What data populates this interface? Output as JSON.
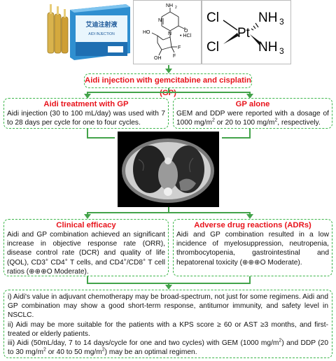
{
  "structures": {
    "cisplatin_cl1": "Cl",
    "cisplatin_cl2": "Cl",
    "cisplatin_pt": "Pt",
    "cisplatin_nh3_1": "NH",
    "cisplatin_nh3_2": "NH",
    "subscript_3": "3",
    "gem_nh2": "NH",
    "gem_sub2": "2",
    "gem_hcl": "• HCl",
    "gem_ho": "HO",
    "gem_oh": "OH",
    "gem_f1": "F",
    "gem_f2": "F",
    "gem_o": "O",
    "gem_n1": "N",
    "gem_n2": "N",
    "package_label": "艾迪注射液",
    "package_sub": "AIDI INJECTION"
  },
  "main_title": "Aidi injection with gemcitabine and cisplatin (GP)",
  "left_box": {
    "title": "Aidi treatment with GP",
    "text": "Aidi injection (30 to 100 mL/day) was used with 7 to 28 days per cycle for one to four cycles."
  },
  "right_box": {
    "title": "GP alone",
    "text_a": "GEM and DDP were reported with a dosage of 1000 mg/m",
    "text_b": " or 20 to 100 mg/m",
    "text_c": ", respectively."
  },
  "sup2": "2",
  "efficacy": {
    "title": "Clinical efficacy",
    "text_a": "Aidi and GP combination achieved an significant increase in objective response rate (ORR), disease control rate (DCR) and quality of life (QOL), CD3",
    "text_b": " CD4",
    "text_c": " T cells, and CD4",
    "text_d": "/CD8",
    "text_e": " T cell ratios (⊕⊕⊕O Moderate).",
    "plus": "+"
  },
  "adr": {
    "title": "Adverse drug reactions (ADRs)",
    "text": "Aidi and GP combination resulted in a low incidence of myelosuppression, neutropenia, thrombocytopenia, gastrointestinal and hepatorenal toxicity (⊕⊕⊕O Moderate)."
  },
  "conclusion": {
    "p1": "i) Aidi's value in adjuvant chemotherapy may be broad-spectrum, not just for some regimens. Aidi and GP combination may show a good short-term response, antitumor immunity, and safety level in NSCLC.",
    "p2": "ii) Aidi may be more suitable for the patients with a KPS score ≥ 60 or AST ≥3 months, and first-treated or elderly patients.",
    "p3_a": "iii) Aidi (50mL/day, 7 to 14 days/cycle for one and two cycles) with GEM (1000 mg/m",
    "p3_b": ") and DDP (20 to 30 mg/m",
    "p3_c": " or 40 to 50 mg/m",
    "p3_d": ") may be an optimal regimen."
  }
}
